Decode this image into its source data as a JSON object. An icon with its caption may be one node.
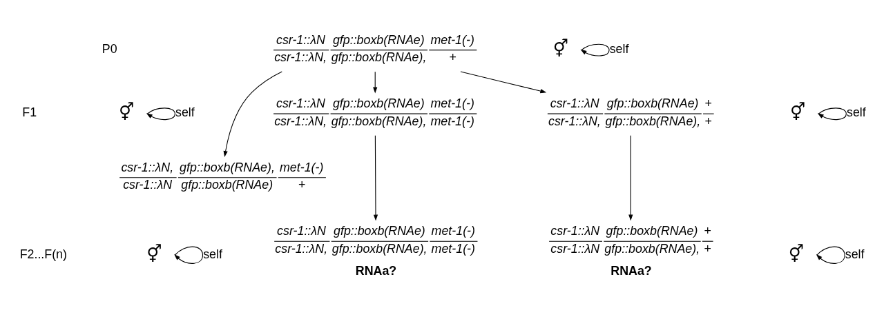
{
  "diagram": {
    "nodes": [
      {
        "text": [
          "csr-1::λN",
          "csr-1::λN,",
          "gfp::boxb(RNAe)",
          "gfp::boxb(RNAe),",
          "met-1(-)",
          "+"
        ]
      },
      {
        "text": [
          "⚥"
        ]
      },
      {
        "text": [
          "⚥"
        ]
      },
      {
        "text": [
          "csr-1::λN",
          "csr-1::λN,",
          "gfp::boxb(RNAe)",
          "gfp::boxb(RNAe),",
          "met-1(-)",
          "met-1(-)"
        ]
      },
      {
        "text": [
          "csr-1::λN",
          "csr-1::λN,",
          "gfp::boxb(RNAe)",
          "gfp::boxb(RNAe),",
          "+",
          "+"
        ]
      },
      {
        "text": [
          "⚥"
        ]
      },
      {
        "text": [
          "csr-1::λN,",
          "csr-1::λN",
          "gfp::boxb(RNAe),",
          "gfp::boxb(RNAe)",
          "met-1(-)",
          "+"
        ]
      },
      {
        "text": [
          "⚥"
        ]
      },
      {
        "text": [
          "csr-1::λN",
          "csr-1::λN,",
          "gfp::boxb(RNAe)",
          "gfp::boxb(RNAe),",
          "met-1(-)",
          "met-1(-)",
          "RNAa?"
        ]
      },
      {
        "text": [
          "csr-1::λN",
          "csr-1::λN",
          "gfp::boxb(RNAe)",
          "gfp::boxb(RNAe),",
          "+",
          "+",
          "RNAa?"
        ]
      },
      {
        "text": [
          "⚥"
        ]
      }
    ],
    "edges": [
      {
        "from": 1,
        "to": 1,
        "arrow": "to",
        "label": "self"
      },
      {
        "from": 0,
        "to": 3,
        "arrow": "to"
      },
      {
        "from": 0,
        "to": 6,
        "arrow": "to"
      },
      {
        "from": 0,
        "to": 4,
        "arrow": "to"
      },
      {
        "from": 2,
        "to": 2,
        "arrow": "to",
        "label": "self"
      },
      {
        "from": 5,
        "to": 5,
        "arrow": "to",
        "label": "self"
      },
      {
        "from": 3,
        "to": 8,
        "arrow": "to"
      },
      {
        "from": 4,
        "to": 9,
        "arrow": "to"
      },
      {
        "from": 7,
        "to": 7,
        "arrow": "to",
        "label": "self"
      },
      {
        "from": 10,
        "to": 10,
        "arrow": "to",
        "label": "self"
      }
    ],
    "labels": [
      "P0",
      "F1",
      "F2...F(n)"
    ]
  }
}
